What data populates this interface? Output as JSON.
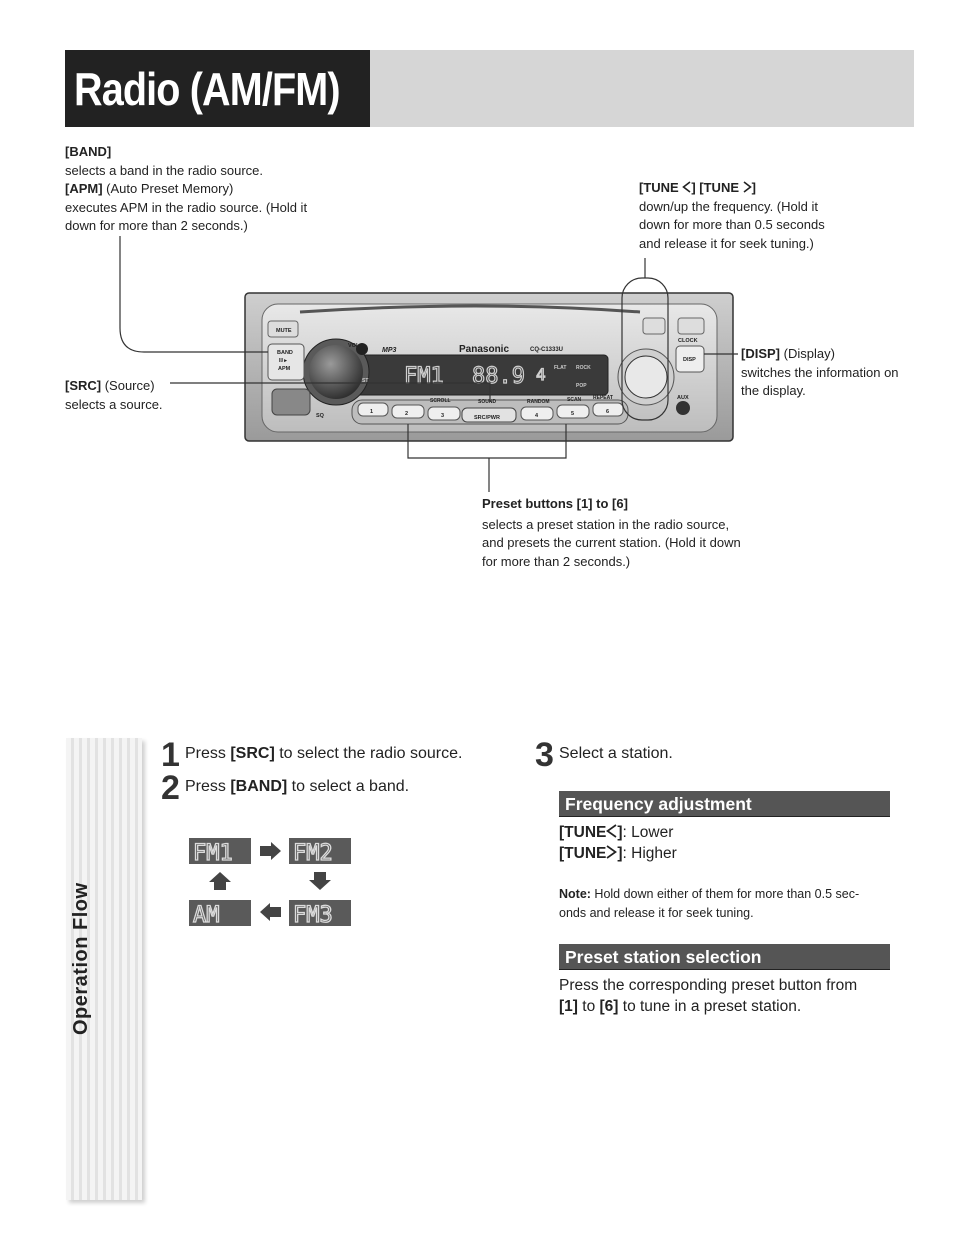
{
  "page": {
    "title": "Radio (AM/FM)",
    "side_label": "Operation Flow"
  },
  "callouts": {
    "band": {
      "key": "[BAND]",
      "desc": "selects a band in the radio source."
    },
    "apm": {
      "key": "[APM]",
      "key_suffix": " (Auto Preset Memory)",
      "desc1": "executes APM in the radio source. (Hold it",
      "desc2": "down for more than 2 seconds.)"
    },
    "tune": {
      "key_a": "[TUNE ",
      "key_b": "] [TUNE ",
      "key_c": "]",
      "desc1": "down/up the frequency. (Hold it",
      "desc2": "down for more than 0.5 seconds",
      "desc3": "and release it for seek tuning.)"
    },
    "disp": {
      "key": "[DISP]",
      "key_suffix": " (Display)",
      "desc1": "switches the information on",
      "desc2": "the display."
    },
    "src": {
      "key": "[SRC]",
      "key_suffix": " (Source)",
      "desc": "selects a source."
    },
    "preset": {
      "key": "Preset buttons [1] to [6]",
      "desc1": "selects a preset station in the radio source,",
      "desc2": "and presets the current station. (Hold it down",
      "desc3": "for more than 2 seconds.)"
    }
  },
  "device": {
    "brand": "Panasonic",
    "model": "CQ-C1333U",
    "mp3": "MP3",
    "mute": "MUTE",
    "band": "BAND",
    "band_sub": "II/►",
    "apm": "APM",
    "sq": "SQ",
    "vol": "VOL",
    "clock": "CLOCK",
    "disp": "DISP",
    "aux": "AUX",
    "src_pwr": "SRC/PWR",
    "scroll": "SCROLL",
    "sound": "SOUND",
    "random": "RANDOM",
    "scan": "SCAN",
    "repeat": "REPEAT",
    "presets": [
      "1",
      "2",
      "3",
      "4",
      "5",
      "6"
    ],
    "flat": "FLAT",
    "rock": "ROCK",
    "pop": "POP",
    "st": "ST",
    "display_band": "FM1",
    "display_freq": "88.9",
    "display_ch": "4"
  },
  "steps": {
    "s1": {
      "num": "1",
      "pre": "Press ",
      "key": "[SRC]",
      "post": " to select the radio source."
    },
    "s2": {
      "num": "2",
      "pre": "Press ",
      "key": "[BAND]",
      "post": " to select a band."
    },
    "s3": {
      "num": "3",
      "text": "Select a station."
    }
  },
  "bands": {
    "fm1": "FM1",
    "fm2": "FM2",
    "fm3": "FM3",
    "am": "AM"
  },
  "frequency": {
    "title": "Frequency adjustment",
    "lower_key": "[TUNE",
    "lower_key_end": "]",
    "lower_text": ": Lower",
    "higher_key": "[TUNE",
    "higher_key_end": "]",
    "higher_text": ": Higher",
    "note_label": "Note:",
    "note1": " Hold down either of them for more than 0.5 sec-",
    "note2": "onds and release it for seek tuning."
  },
  "preset_sel": {
    "title": "Preset station selection",
    "line1": "Press the corresponding preset button from",
    "k1": "[1]",
    "mid": " to ",
    "k6": "[6]",
    "post": " to tune in a preset station."
  },
  "colors": {
    "title_bg": "#222222",
    "title_band": "#d6d6d6",
    "section_bar": "#555555"
  },
  "icons": {
    "left_chevron": "chevron-left-icon",
    "right_chevron": "chevron-right-icon"
  }
}
